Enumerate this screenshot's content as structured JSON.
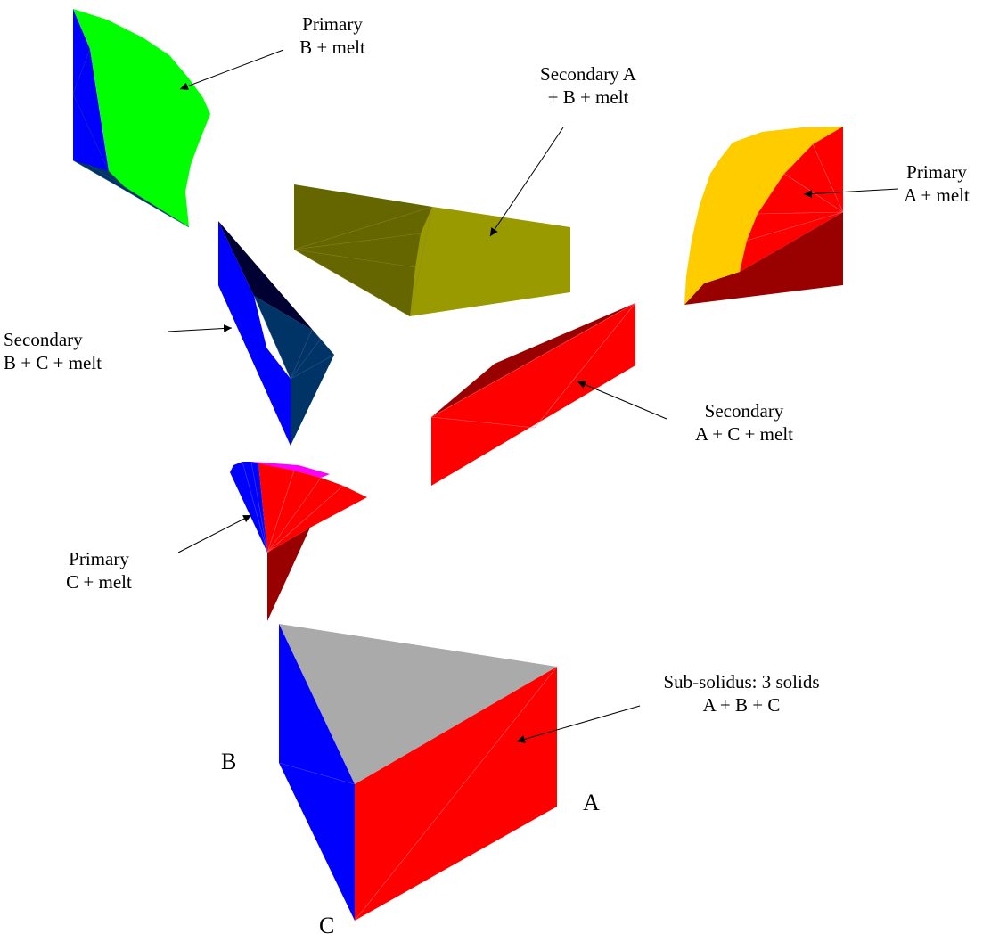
{
  "labels": {
    "primary_b": {
      "line1": "Primary",
      "line2": "B + melt"
    },
    "secondary_ab": {
      "line1": "Secondary A",
      "line2": "+ B + melt"
    },
    "primary_a": {
      "line1": "Primary",
      "line2": "A + melt"
    },
    "secondary_bc": {
      "line1": "Secondary",
      "line2": "B + C + melt"
    },
    "secondary_ac": {
      "line1": "Secondary",
      "line2": "A + C + melt"
    },
    "primary_c": {
      "line1": "Primary",
      "line2": "C + melt"
    },
    "subsolidus": {
      "line1": "Sub-solidus:  3 solids",
      "line2": "A + B + C"
    }
  },
  "corners": {
    "a": "A",
    "b": "B",
    "c": "C"
  },
  "colors": {
    "green": "#00ff00",
    "blue": "#0000ff",
    "dark_blue": "#003366",
    "navy": "#000033",
    "olive_dark": "#666600",
    "olive": "#999900",
    "gold": "#ffcc00",
    "red": "#ff0000",
    "dark_red": "#990000",
    "magenta": "#ff00ff",
    "gray": "#aaaaaa"
  }
}
